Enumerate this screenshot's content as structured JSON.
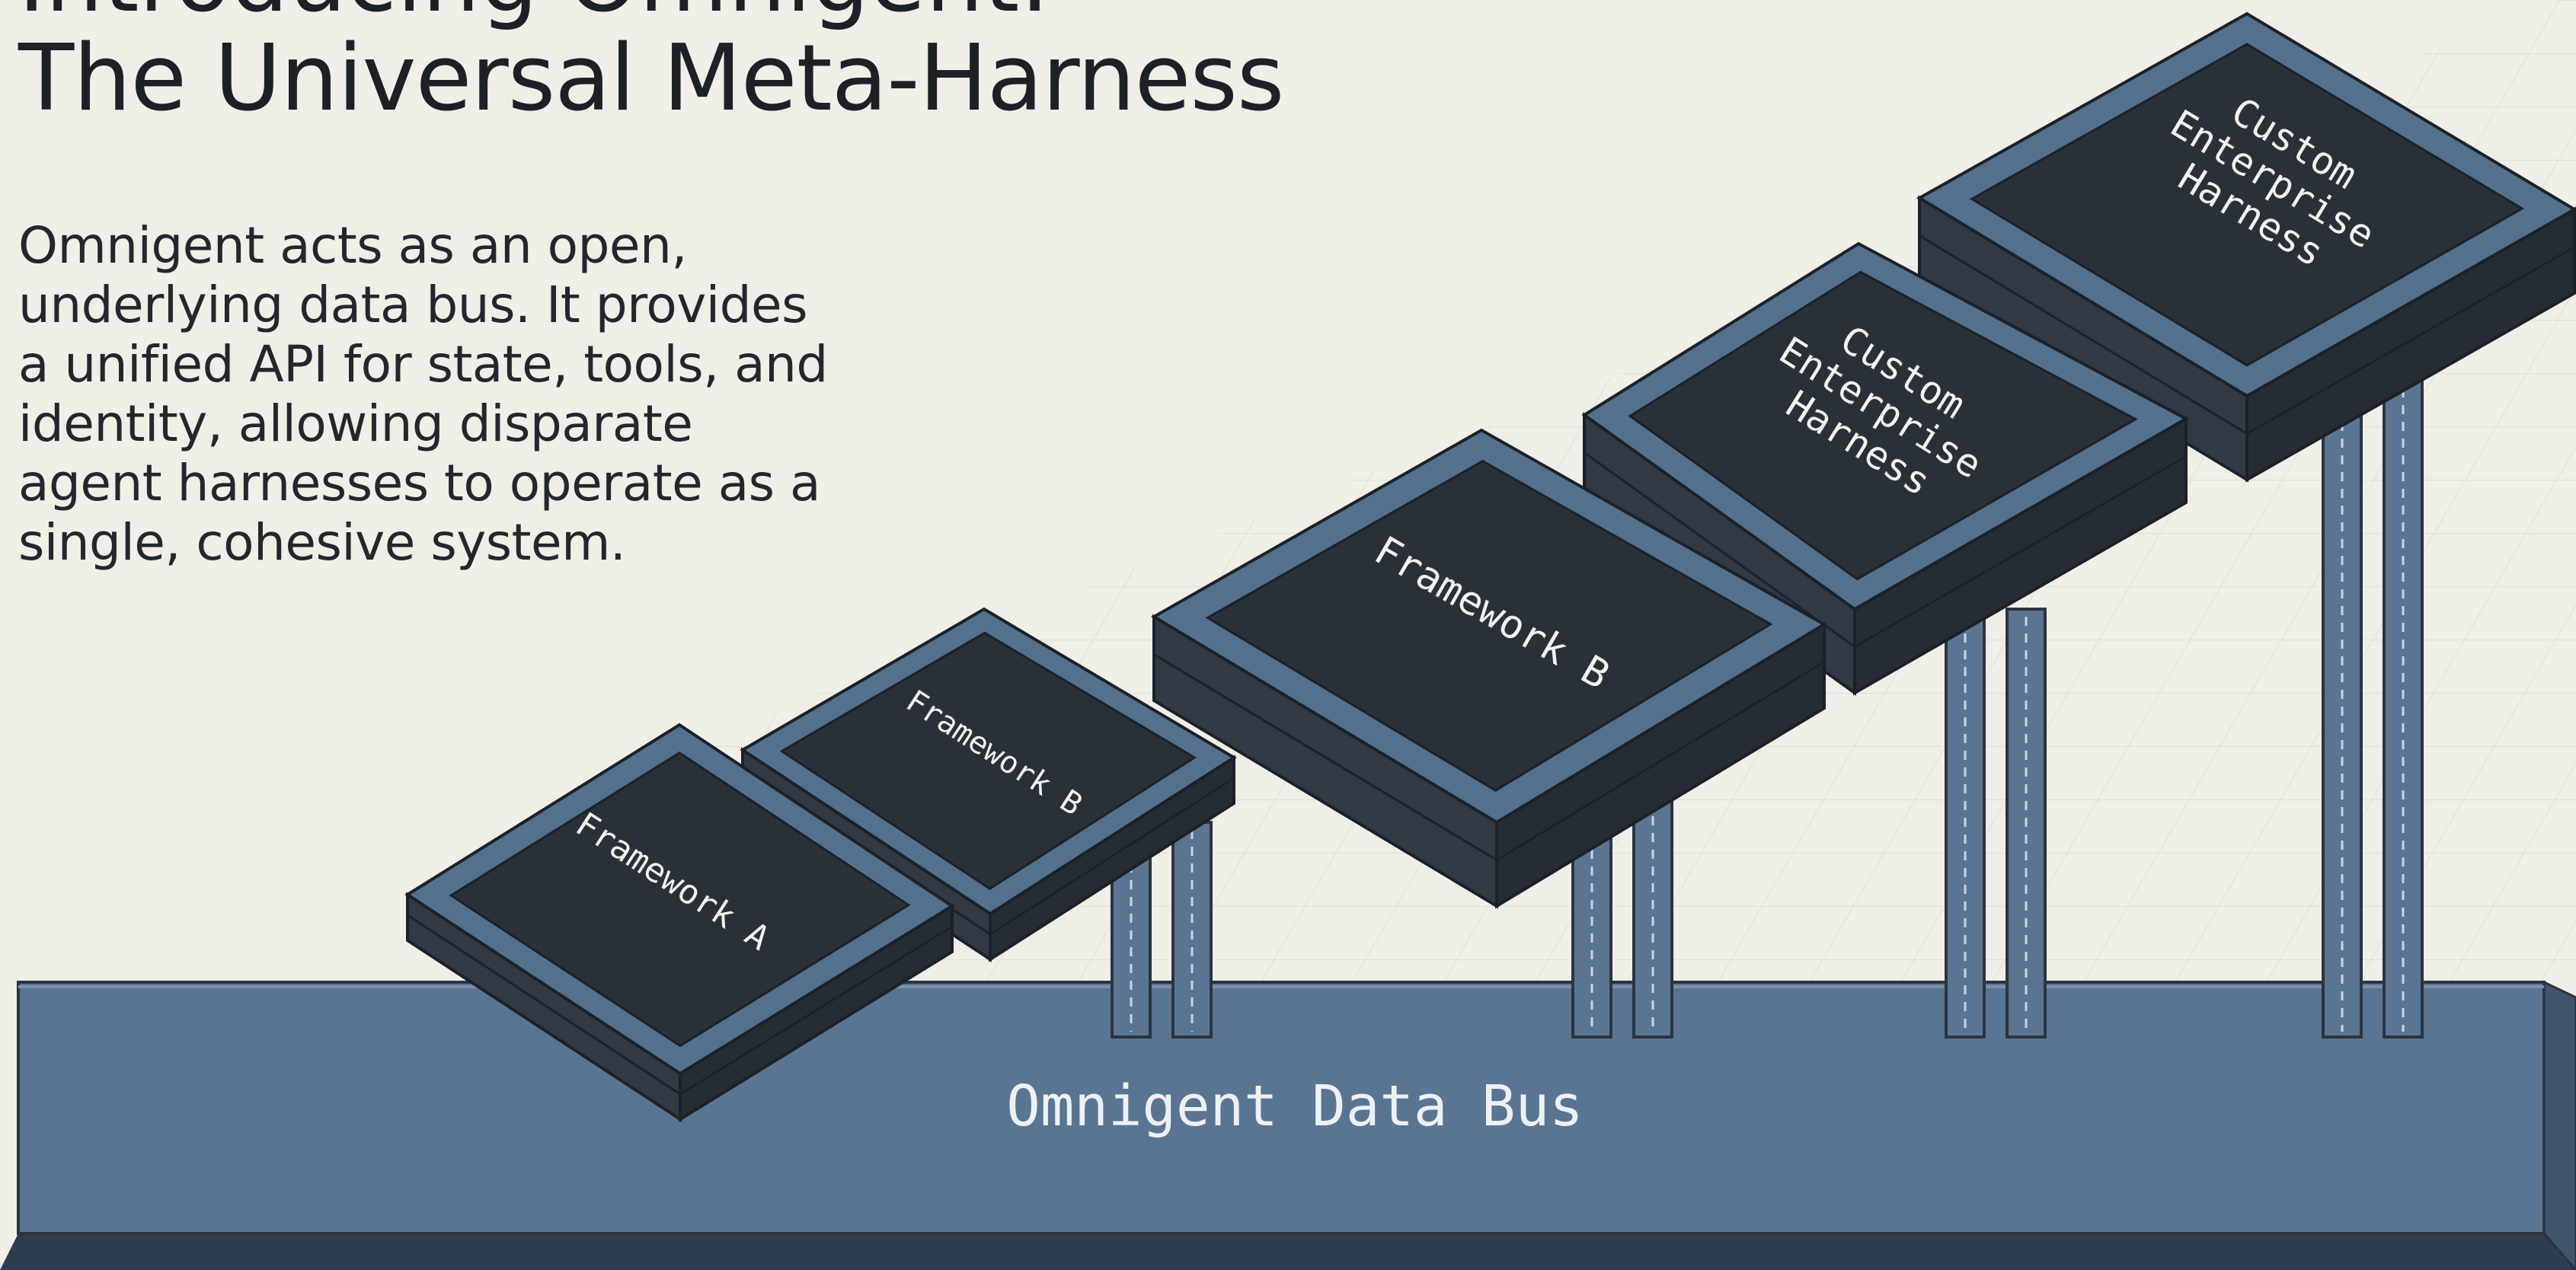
{
  "title_partial": "Introducing Omnigent:",
  "title": "The Universal Meta-Harness",
  "description_lines": [
    "Omnigent acts as an open,",
    "underlying data bus. It provides",
    "a unified API for state, tools, and",
    "identity, allowing disparate",
    "agent harnesses to operate as a",
    "single, cohesive system."
  ],
  "bus_label": "Omnigent Data Bus",
  "modules": [
    {
      "label_lines": [
        "Framework A"
      ]
    },
    {
      "label_lines": [
        "Framework B"
      ]
    },
    {
      "label_lines": [
        "Framework B"
      ]
    },
    {
      "label_lines": [
        "Custom",
        "Enterprise",
        "Harness"
      ]
    },
    {
      "label_lines": [
        "Custom",
        "Enterprise",
        "Harness"
      ]
    }
  ],
  "colors": {
    "background": "#efefe7",
    "grid": "#dcdcd2",
    "bus_top": "#5a7592",
    "bus_side": "#3a4f66",
    "module_dark": "#2a3038",
    "module_frame": "#53708d",
    "label_text": "#f3f3ef"
  }
}
